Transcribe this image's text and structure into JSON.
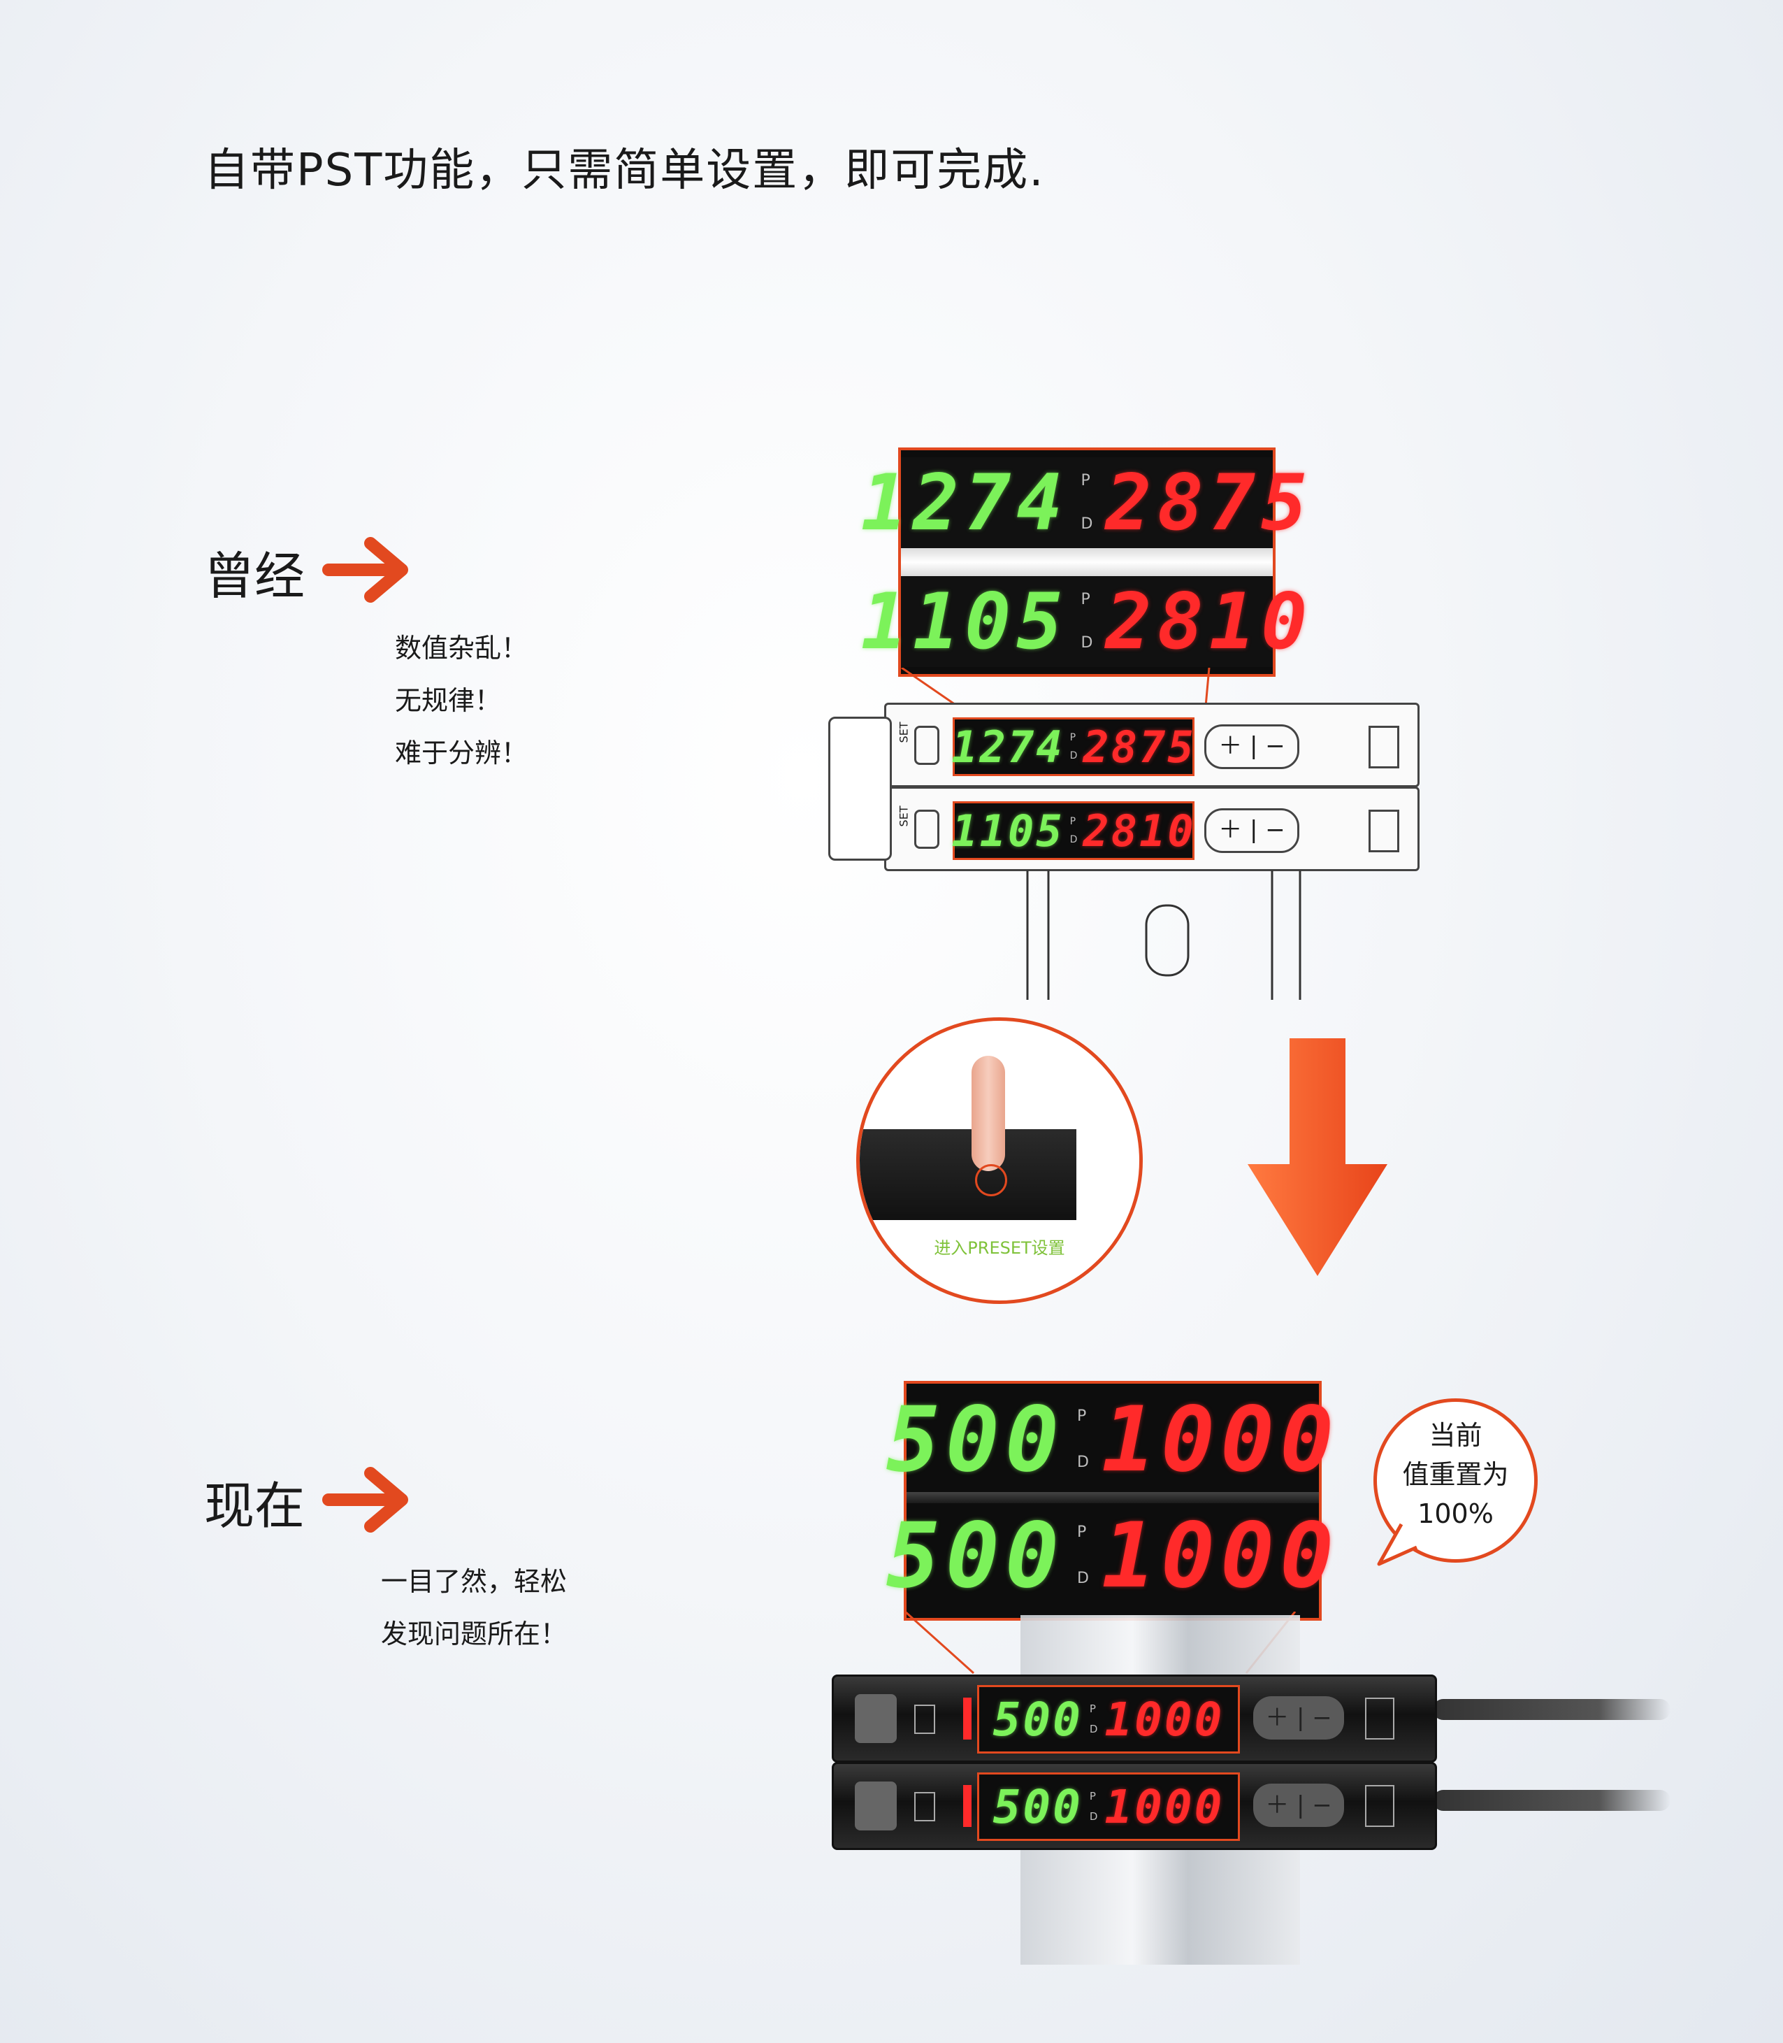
{
  "headline": "自带PST功能，只需简单设置，即可完成.",
  "before": {
    "label": "曾经",
    "notes": [
      "数值杂乱！",
      "无规律！",
      "难于分辨！"
    ],
    "zoom_rows": [
      {
        "green": "1274",
        "red": "2875"
      },
      {
        "green": "1105",
        "red": "2810"
      }
    ],
    "device_rows": [
      {
        "green": "1274",
        "red": "2875"
      },
      {
        "green": "1105",
        "red": "2810"
      }
    ],
    "set_label": "SET"
  },
  "step": {
    "caption": "进入PRESET设置"
  },
  "after": {
    "label": "现在",
    "notes": [
      "一目了然，轻松",
      "发现问题所在！"
    ],
    "zoom_rows": [
      {
        "green": "500",
        "red": "1000"
      },
      {
        "green": "500",
        "red": "1000"
      }
    ],
    "device_rows": [
      {
        "green": "500",
        "red": "1000"
      },
      {
        "green": "500",
        "red": "1000"
      }
    ],
    "bubble_lines": [
      "当前",
      "值重置为",
      "100%"
    ]
  },
  "pd": {
    "p": "P",
    "d": "D"
  },
  "colors": {
    "accent": "#e2491f",
    "green_digit": "#7cf25a",
    "red_digit": "#ff2a2a"
  }
}
